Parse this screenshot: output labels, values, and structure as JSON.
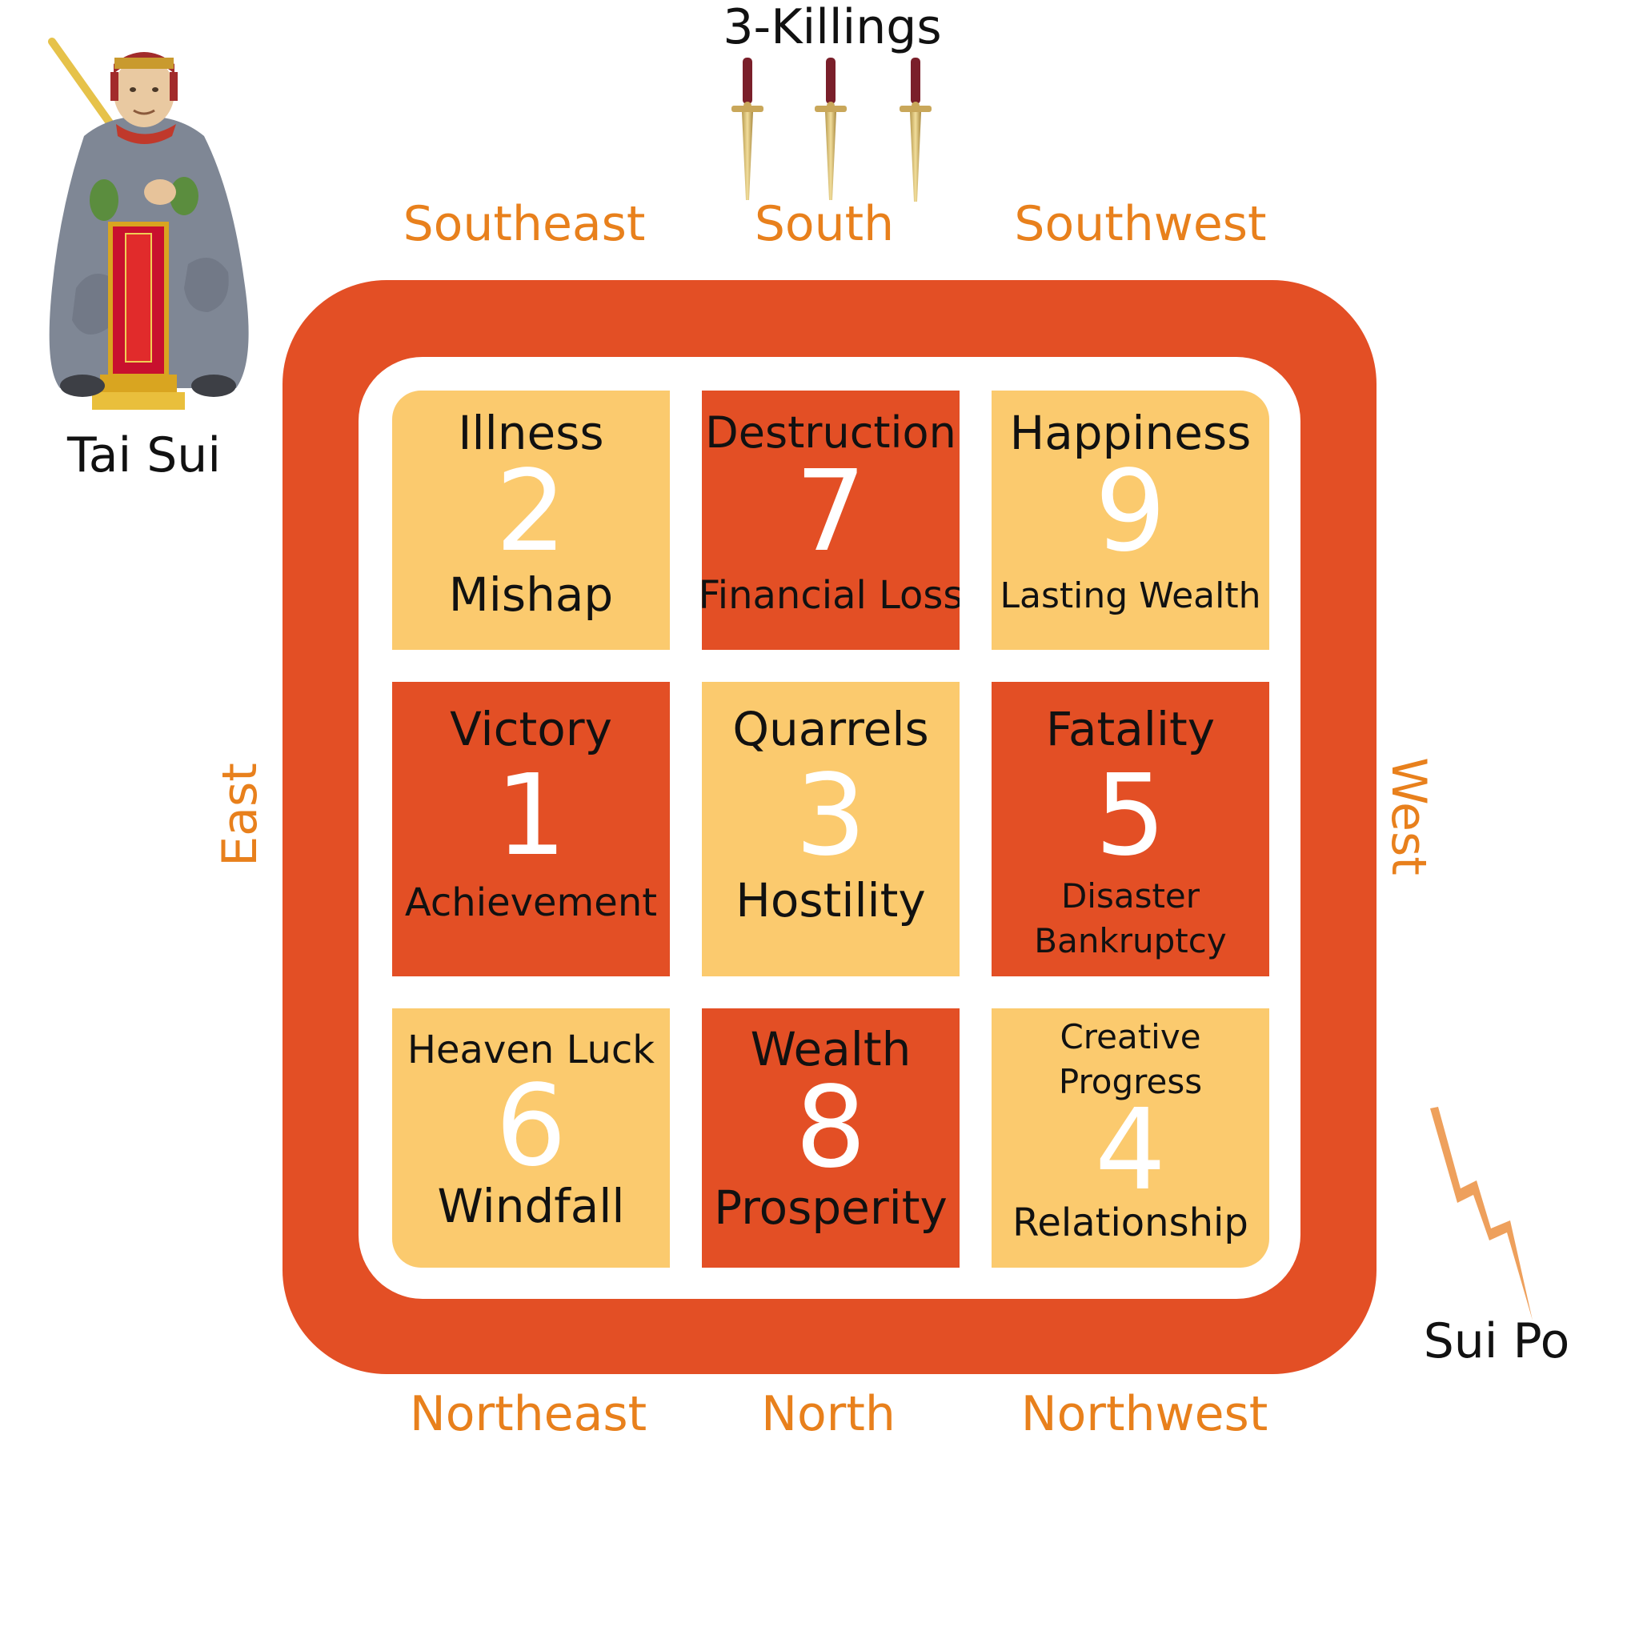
{
  "top_label": "3-Killings",
  "tai_sui_label": "Tai Sui",
  "sui_po_label": "Sui Po",
  "colors": {
    "frame": "#e34f25",
    "light_cell": "#fbca6e",
    "dark_cell": "#e34f25",
    "direction_text": "#e8801c",
    "number_text": "#ffffff"
  },
  "directions": {
    "southeast": "Southeast",
    "south": "South",
    "southwest": "Southwest",
    "east": "East",
    "west": "West",
    "northeast": "Northeast",
    "north": "North",
    "northwest": "Northwest"
  },
  "grid": [
    {
      "top": "Illness",
      "number": "2",
      "bottom": "Mishap",
      "tone": "light"
    },
    {
      "top": "Destruction",
      "number": "7",
      "bottom": "Financial Loss",
      "tone": "dark"
    },
    {
      "top": "Happiness",
      "number": "9",
      "bottom": "Lasting Wealth",
      "tone": "light"
    },
    {
      "top": "Victory",
      "number": "1",
      "bottom": "Achievement",
      "tone": "dark"
    },
    {
      "top": "Quarrels",
      "number": "3",
      "bottom": "Hostility",
      "tone": "light"
    },
    {
      "top": "Fatality",
      "number": "5",
      "bottom_line1": "Disaster",
      "bottom_line2": "Bankruptcy",
      "tone": "dark"
    },
    {
      "top": "Heaven Luck",
      "number": "6",
      "bottom": "Windfall",
      "tone": "light"
    },
    {
      "top": "Wealth",
      "number": "8",
      "bottom": "Prosperity",
      "tone": "dark"
    },
    {
      "top_line1": "Creative",
      "top_line2": "Progress",
      "number": "4",
      "bottom": "Relationship",
      "tone": "light"
    }
  ],
  "icons": {
    "tai_sui": "seated-deity-statue-icon",
    "killings": "dagger-icon",
    "sui_po": "lightning-bolt-icon"
  }
}
